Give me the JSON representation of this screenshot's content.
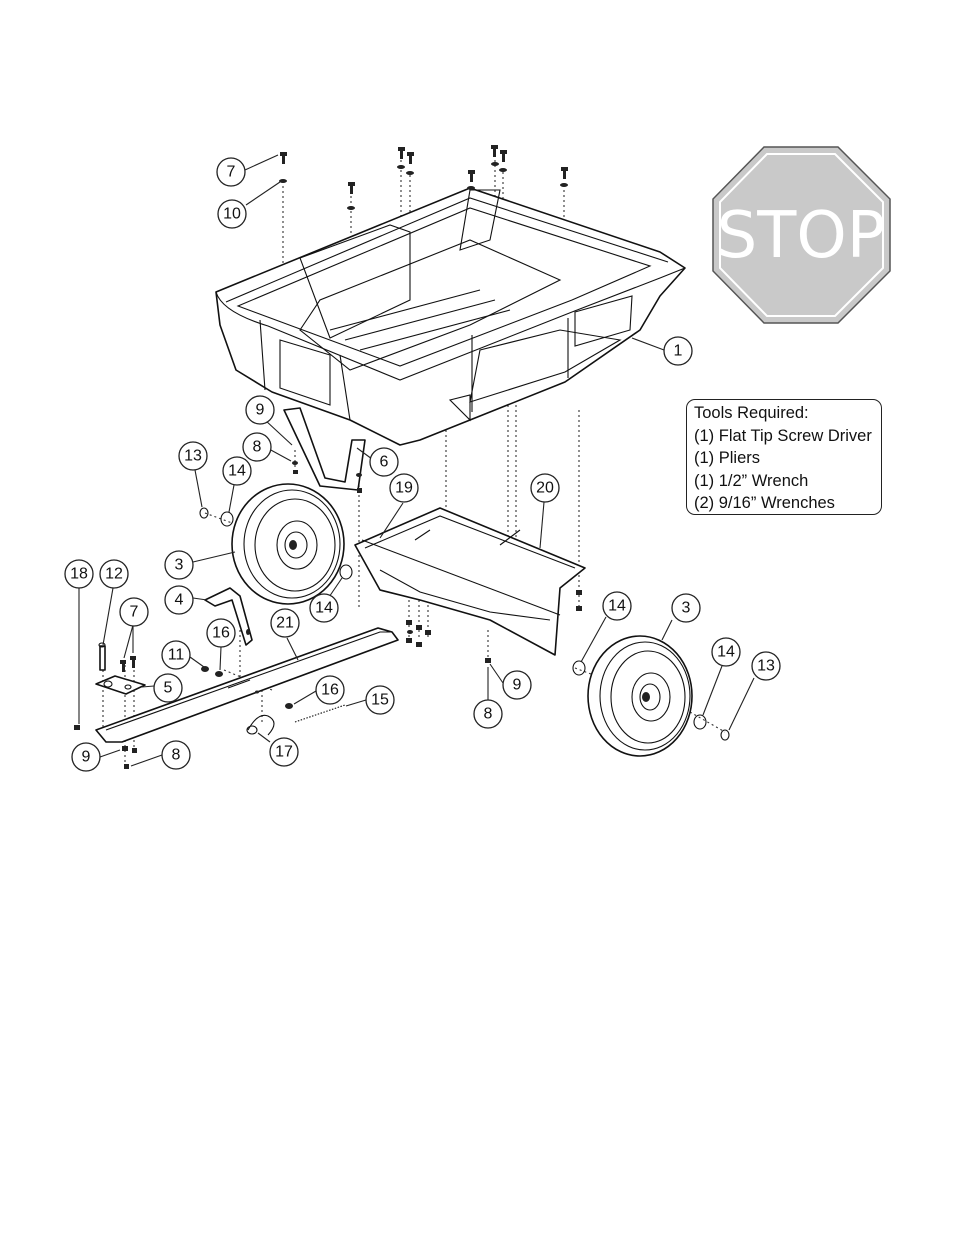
{
  "stop_sign": {
    "text": "STOP",
    "fill_color": "#c9c9c9",
    "outline_color": "#555555",
    "text_color": "#ffffff"
  },
  "tools": {
    "title": "Tools Required:",
    "items": [
      "(1) Flat Tip Screw Driver",
      "(1) Pliers",
      "(1) 1/2” Wrench",
      "(2) 9/16” Wrenches"
    ]
  },
  "callouts": [
    "7",
    "10",
    "1",
    "9",
    "8",
    "6",
    "13",
    "14",
    "19",
    "20",
    "3",
    "14",
    "4",
    "18",
    "12",
    "7",
    "16",
    "21",
    "11",
    "5",
    "16",
    "15",
    "17",
    "9",
    "8",
    "9",
    "8",
    "14",
    "3",
    "14",
    "13"
  ],
  "line_color": "#111111"
}
